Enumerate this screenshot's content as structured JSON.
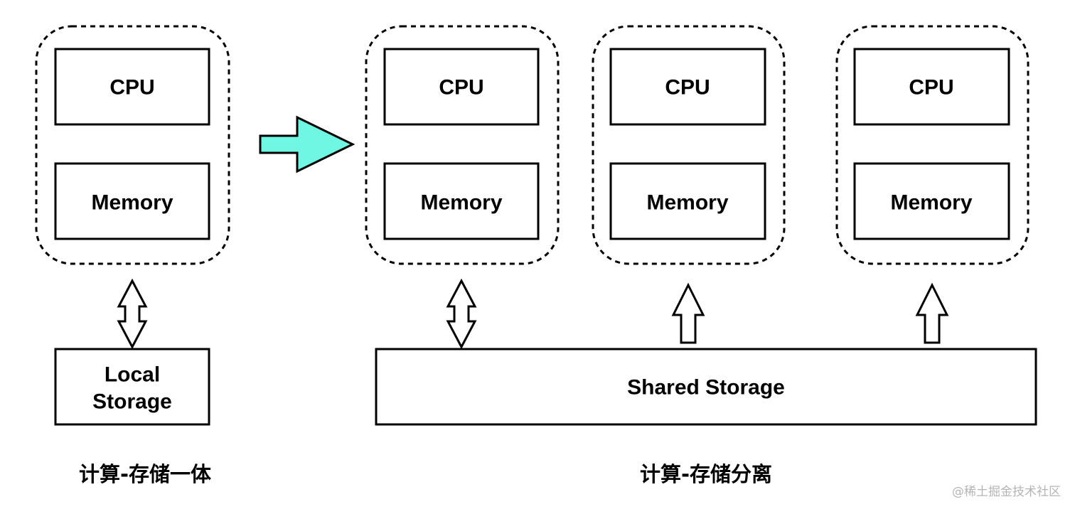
{
  "colors": {
    "main_arrow": "#6ff7e4",
    "stroke": "#000000",
    "background": "#ffffff",
    "watermark": "#b4b4b4"
  },
  "integrated": {
    "caption": "计算-存储一体",
    "node": {
      "cpu": "CPU",
      "memory": "Memory"
    },
    "storage": {
      "line1": "Local",
      "line2": "Storage"
    },
    "link_icon": "double-arrow-icon"
  },
  "transition_icon": "right-arrow-icon",
  "separated": {
    "caption": "计算-存储分离",
    "nodes": [
      {
        "cpu": "CPU",
        "memory": "Memory",
        "link_icon": "double-arrow-icon"
      },
      {
        "cpu": "CPU",
        "memory": "Memory",
        "link_icon": "up-arrow-icon"
      },
      {
        "cpu": "CPU",
        "memory": "Memory",
        "link_icon": "up-arrow-icon"
      }
    ],
    "storage": "Shared Storage"
  },
  "watermark": "@稀土掘金技术社区"
}
